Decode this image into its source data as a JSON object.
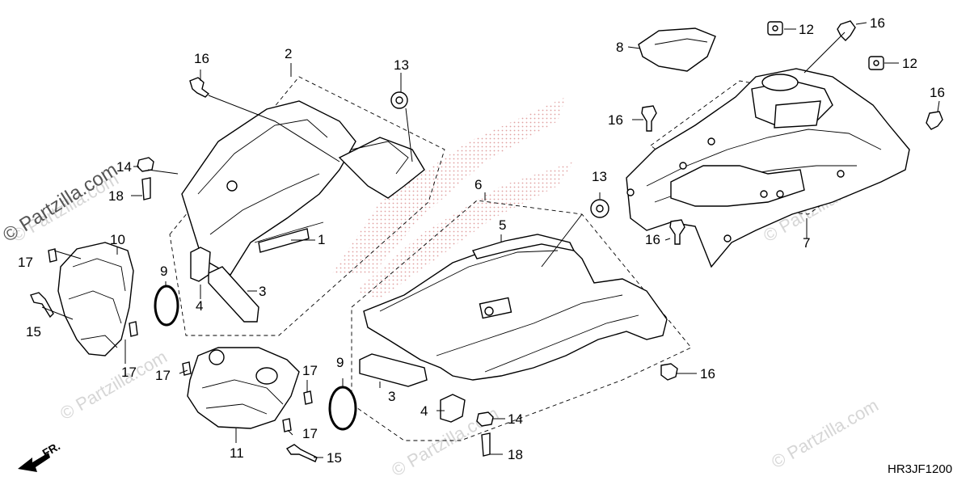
{
  "diagram": {
    "watermark_text": "© Partzilla.com",
    "diagram_code": "HR3JF1200",
    "direction_label": "FR.",
    "callouts": {
      "c1": "1",
      "c2": "2",
      "c3a": "3",
      "c3b": "3",
      "c4a": "4",
      "c4b": "4",
      "c5": "5",
      "c6": "6",
      "c7": "7",
      "c8": "8",
      "c9a": "9",
      "c9b": "9",
      "c10": "10",
      "c11": "11",
      "c12a": "12",
      "c12b": "12",
      "c13a": "13",
      "c13b": "13",
      "c14a": "14",
      "c14b": "14",
      "c15a": "15",
      "c15b": "15",
      "c16a": "16",
      "c16b": "16",
      "c16c": "16",
      "c16d": "16",
      "c16e": "16",
      "c16f": "16",
      "c17a": "17",
      "c17b": "17",
      "c17c": "17",
      "c17d": "17",
      "c17e": "17",
      "c18a": "18",
      "c18b": "18"
    },
    "icons": [
      "clip-icon",
      "nut-icon",
      "bolt-icon",
      "grommet-icon",
      "arrow-icon"
    ]
  }
}
